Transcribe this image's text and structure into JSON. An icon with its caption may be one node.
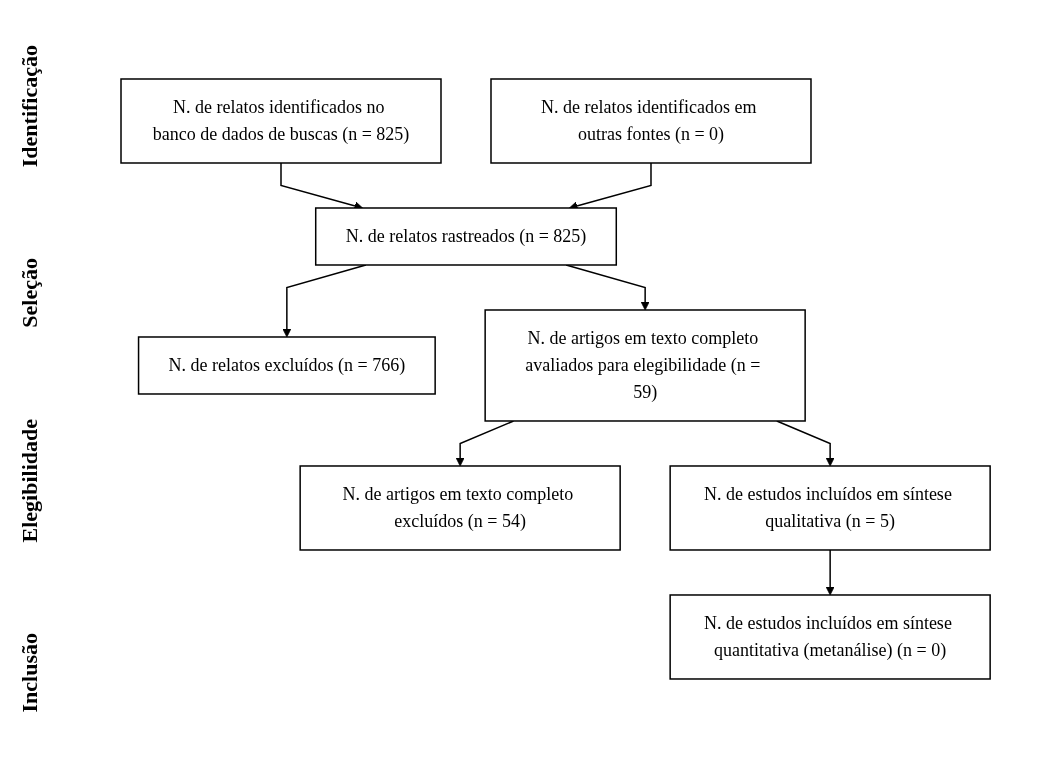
{
  "diagram": {
    "nodes": [
      {
        "text": [
          "N. de relatos identificados no banco de dados de buscas (n = 825)"
        ]
      },
      {
        "text": [
          "N. de relatos identificados em outras fontes (n = 0)"
        ]
      },
      {
        "text": [
          "N. de relatos rastreados (n = 825)"
        ]
      },
      {
        "text": [
          "N. de relatos excluídos (n = 766)"
        ]
      },
      {
        "text": [
          "N. de artigos em texto completo avaliados para elegibilidade (n = 59)"
        ]
      },
      {
        "text": [
          "N. de artigos em texto completo excluídos (n = 54)"
        ]
      },
      {
        "text": [
          "N. de estudos incluídos em síntese qualitativa (n = 5)"
        ]
      },
      {
        "text": [
          "N. de estudos incluídos em síntese quantitativa (metanálise) (n = 0)"
        ]
      }
    ],
    "edges": [
      {
        "from": 0,
        "to": 2,
        "arrow": "to"
      },
      {
        "from": 1,
        "to": 2,
        "arrow": "to"
      },
      {
        "from": 2,
        "to": 3,
        "arrow": "to"
      },
      {
        "from": 2,
        "to": 4,
        "arrow": "to"
      },
      {
        "from": 4,
        "to": 5,
        "arrow": "to"
      },
      {
        "from": 4,
        "to": 6,
        "arrow": "to"
      },
      {
        "from": 6,
        "to": 7,
        "arrow": "to"
      }
    ],
    "labels": [
      "Identificação",
      "Seleção",
      "Elegibilidade",
      "Inclusão"
    ]
  }
}
